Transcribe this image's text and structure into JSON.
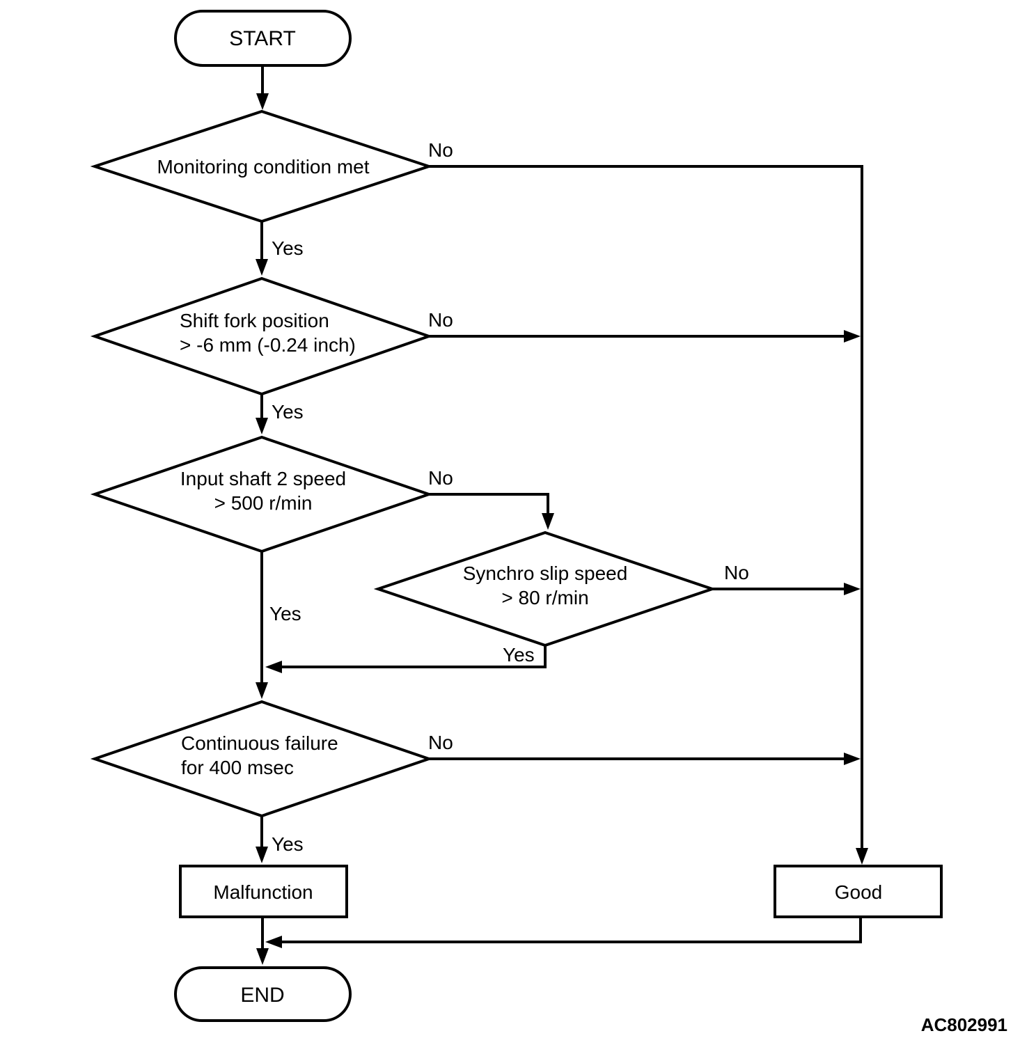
{
  "diagram": {
    "figure_code": "AC802991",
    "background_color": "#ffffff",
    "line_color": "#000000",
    "text_color": "#000000",
    "nodes": {
      "start": {
        "type": "terminator",
        "label": "START"
      },
      "monitoring": {
        "type": "decision",
        "label": "Monitoring condition met",
        "yes_label": "Yes",
        "no_label": "No"
      },
      "shift_fork": {
        "type": "decision",
        "line1": "Shift fork position",
        "line2": "> -6 mm (-0.24 inch)",
        "yes_label": "Yes",
        "no_label": "No"
      },
      "input_shaft": {
        "type": "decision",
        "line1": "Input shaft 2 speed",
        "line2": "> 500 r/min",
        "yes_label": "Yes",
        "no_label": "No"
      },
      "synchro_slip": {
        "type": "decision",
        "line1": "Synchro slip speed",
        "line2": "> 80 r/min",
        "yes_label": "Yes",
        "no_label": "No"
      },
      "continuous_failure": {
        "type": "decision",
        "line1": "Continuous failure",
        "line2": "for 400 msec",
        "yes_label": "Yes",
        "no_label": "No"
      },
      "malfunction": {
        "type": "process",
        "label": "Malfunction"
      },
      "good": {
        "type": "process",
        "label": "Good"
      },
      "end": {
        "type": "terminator",
        "label": "END"
      }
    }
  }
}
